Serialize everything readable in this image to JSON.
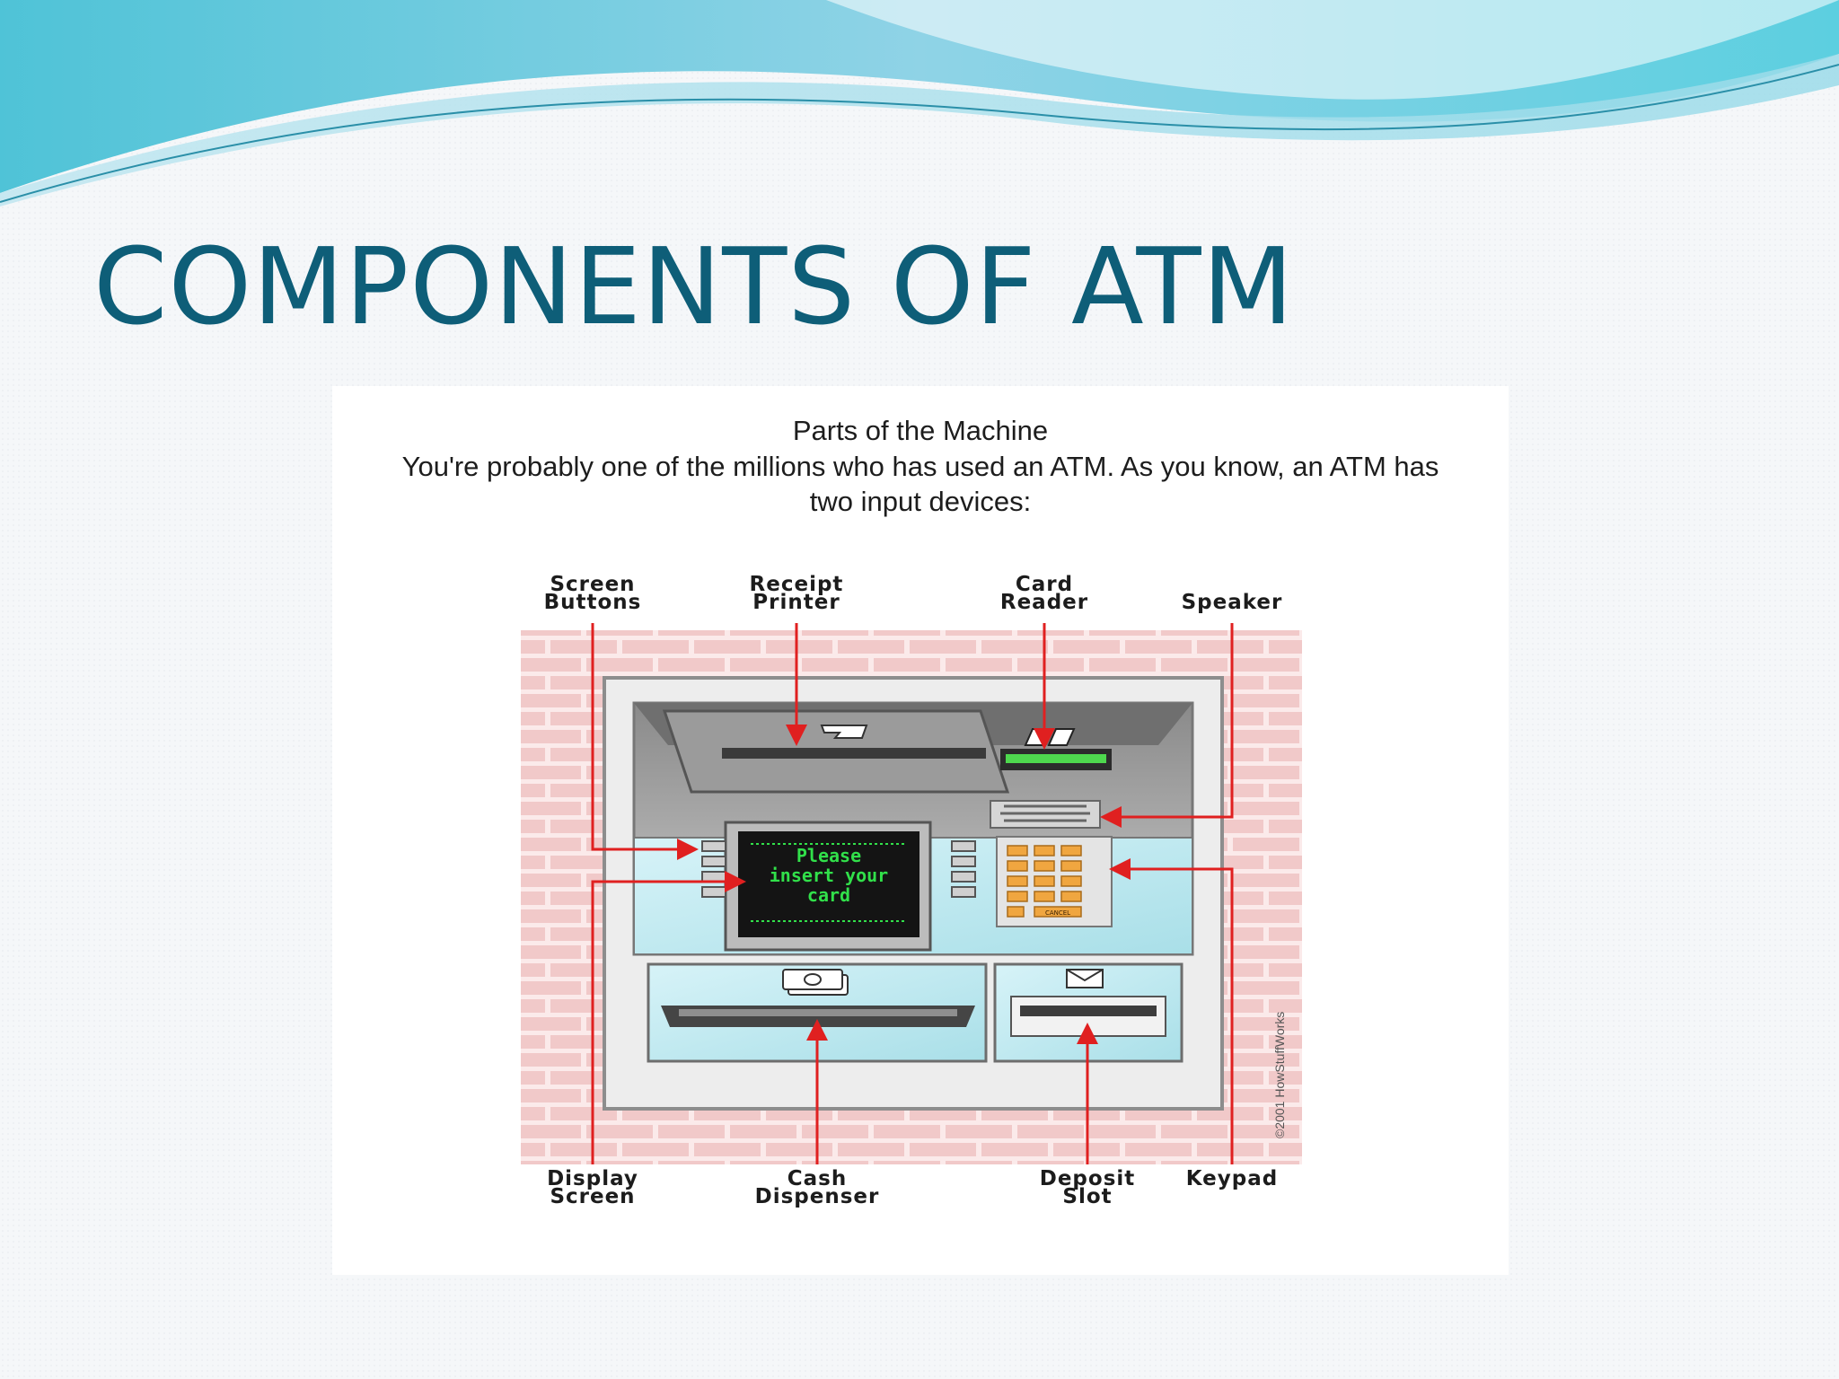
{
  "slide": {
    "title": "COMPONENTS OF ATM"
  },
  "figure": {
    "heading": "Parts of the Machine",
    "caption_line1": "You're probably one of the millions who has used an ATM. As you know, an ATM has",
    "caption_line2": "two input devices:",
    "labels_top": {
      "screen_buttons_1": "Screen",
      "screen_buttons_2": "Buttons",
      "receipt_printer_1": "Receipt",
      "receipt_printer_2": "Printer",
      "card_reader_1": "Card",
      "card_reader_2": "Reader",
      "speaker": "Speaker"
    },
    "labels_bottom": {
      "display_screen_1": "Display",
      "display_screen_2": "Screen",
      "cash_dispenser_1": "Cash",
      "cash_dispenser_2": "Dispenser",
      "deposit_slot_1": "Deposit",
      "deposit_slot_2": "Slot",
      "keypad": "Keypad"
    },
    "screen_text": {
      "line1": "Please",
      "line2": "insert your",
      "line3": "card"
    },
    "copyright": "©2001 HowStuffWorks",
    "keypad_cancel": "CANCEL"
  },
  "colors": {
    "title": "#0e5e78",
    "arrow": "#e02020",
    "screen_text": "#31e04a",
    "keypad_keys": "#f0a640",
    "brick": "#f1c9c9"
  }
}
